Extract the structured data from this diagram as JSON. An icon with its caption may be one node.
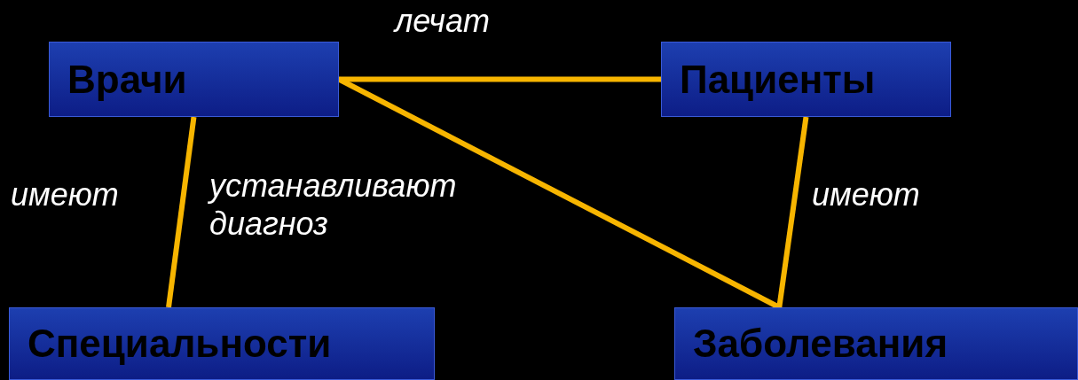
{
  "diagram": {
    "nodes": [
      {
        "text": [
          "Врачи"
        ]
      },
      {
        "text": [
          "Пациенты"
        ]
      },
      {
        "text": [
          "Специальности"
        ]
      },
      {
        "text": [
          "Заболевания"
        ]
      }
    ],
    "edges": [
      {
        "from": 0,
        "to": 1,
        "arrow": "none",
        "label": "лечат"
      },
      {
        "from": 0,
        "to": 2,
        "arrow": "none",
        "label": "имеют"
      },
      {
        "from": 0,
        "to": 3,
        "arrow": "none",
        "label": "устанавливают диагноз"
      },
      {
        "from": 1,
        "to": 3,
        "arrow": "none",
        "label": "имеют"
      }
    ]
  }
}
